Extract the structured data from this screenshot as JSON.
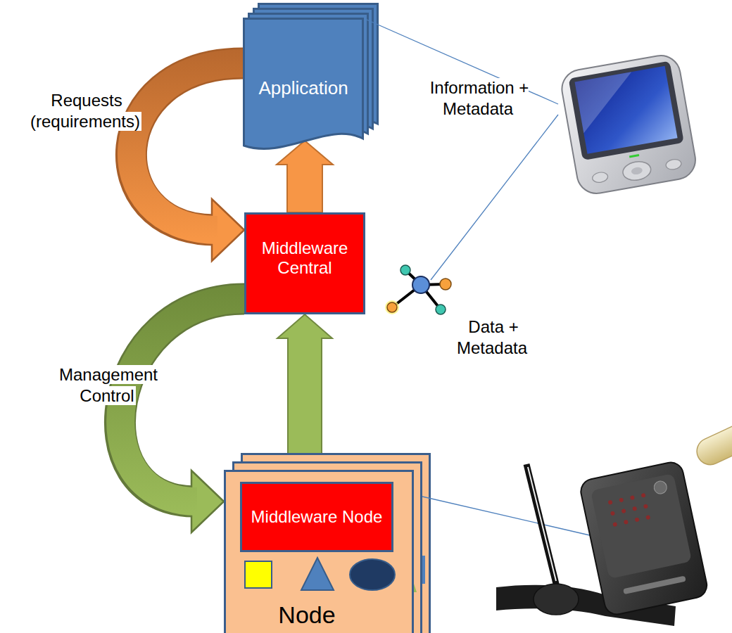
{
  "diagram": {
    "nodes": [
      {
        "text": [
          "Application"
        ]
      },
      {
        "text": [
          "Middleware Central"
        ]
      },
      {
        "text": [
          "Node"
        ]
      },
      {
        "text": [
          "Middleware Node"
        ],
        "in": 2
      }
    ],
    "edges": [
      {
        "from": 0,
        "to": 1,
        "arrow": "to",
        "label": "Requests (requirements)"
      },
      {
        "from": 1,
        "to": 0,
        "arrow": "to",
        "label": "Information + Metadata"
      },
      {
        "from": 1,
        "to": 2,
        "arrow": "to",
        "label": "Management Control"
      },
      {
        "from": 2,
        "to": 1,
        "arrow": "to",
        "label": "Data + Metadata"
      }
    ]
  }
}
